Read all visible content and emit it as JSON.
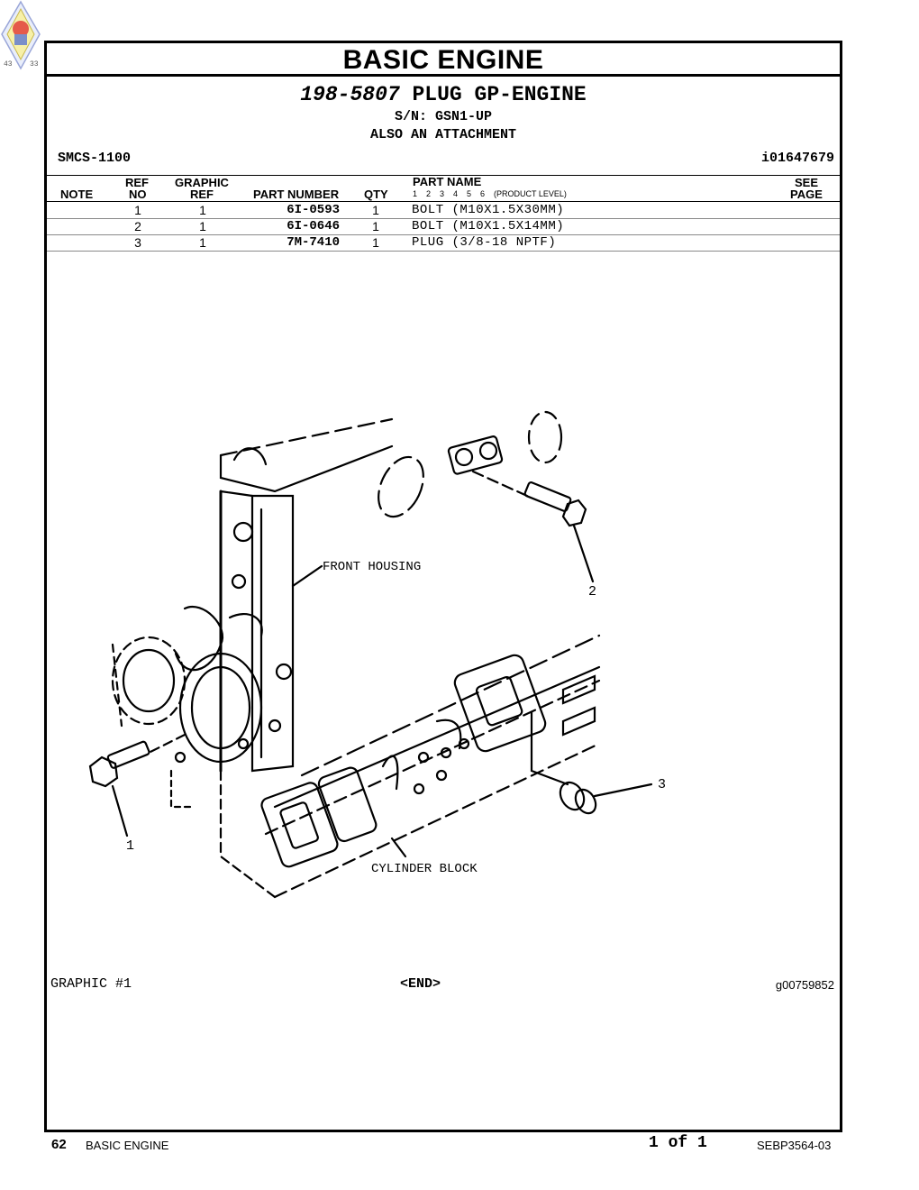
{
  "logo": {
    "left_num": "43",
    "right_num": "33"
  },
  "section_title": "BASIC  ENGINE",
  "group": {
    "number": "198-5807",
    "name": "PLUG GP-ENGINE",
    "serial": "S/N: GSN1-UP",
    "note": "ALSO AN ATTACHMENT"
  },
  "smcs": "SMCS-1100",
  "ident": "i01647679",
  "table": {
    "headers": {
      "note": "NOTE",
      "ref_top": "REF",
      "ref_bottom": "NO",
      "graphic_top": "GRAPHIC",
      "graphic_bottom": "REF",
      "part_number": "PART NUMBER",
      "qty": "QTY",
      "part_name": "PART NAME",
      "levels": "1    2    3    4    5    6    (PRODUCT LEVEL)",
      "see_top": "SEE",
      "see_bottom": "PAGE"
    },
    "rows": [
      {
        "ref": "1",
        "graphic_ref": "1",
        "part_number": "6I-0593",
        "qty": "1",
        "name": "BOLT (M10X1.5X30MM)"
      },
      {
        "ref": "2",
        "graphic_ref": "1",
        "part_number": "6I-0646",
        "qty": "1",
        "name": "BOLT (M10X1.5X14MM)"
      },
      {
        "ref": "3",
        "graphic_ref": "1",
        "part_number": "7M-7410",
        "qty": "1",
        "name": "PLUG (3/8-18 NPTF)"
      }
    ]
  },
  "drawing": {
    "labels": {
      "front_housing": "FRONT HOUSING",
      "cylinder_block": "CYLINDER BLOCK"
    },
    "callouts": [
      "1",
      "2",
      "3"
    ]
  },
  "graphic_label": "GRAPHIC #1",
  "end_label": "<END>",
  "graphic_number": "g00759852",
  "footer": {
    "page": "62",
    "title": "BASIC ENGINE",
    "page_of": "1 of 1",
    "doc": "SEBP3564-03"
  }
}
